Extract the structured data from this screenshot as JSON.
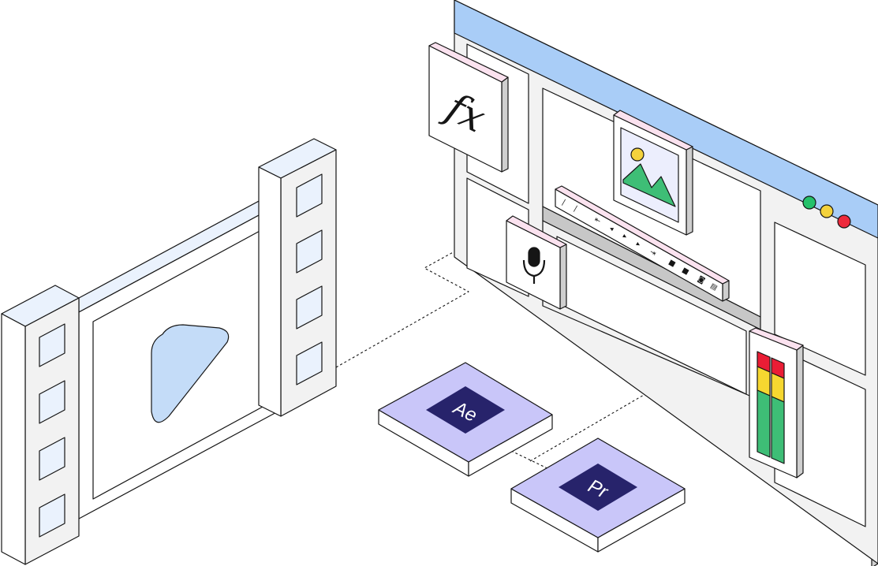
{
  "illustration": {
    "effects_tile": {
      "label": "fx"
    },
    "app_tiles": [
      {
        "label": "Ae"
      },
      {
        "label": "Pr"
      }
    ],
    "window_controls": {
      "colors": [
        "#25c16a",
        "#f4d23c",
        "#ee2a3c"
      ]
    },
    "colors": {
      "window_titlebar": "#a9cdf7",
      "tile_header": "#fbe2ef",
      "play_shape": "#c4dcf8",
      "filmstrip": "#eaf2fd",
      "app_tile_face": "#c9c6f9",
      "app_logo": "#27236b",
      "meter_low": "#3ebe76",
      "meter_mid": "#f6d730",
      "meter_high": "#ea1d35"
    }
  }
}
